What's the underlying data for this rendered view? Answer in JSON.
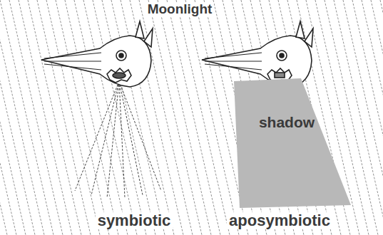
{
  "diagram": {
    "nodes": [
      {
        "text": [
          "shadow"
        ]
      }
    ],
    "labels": [
      "Moonlight",
      "symbiotic",
      "aposymbiotic"
    ]
  }
}
